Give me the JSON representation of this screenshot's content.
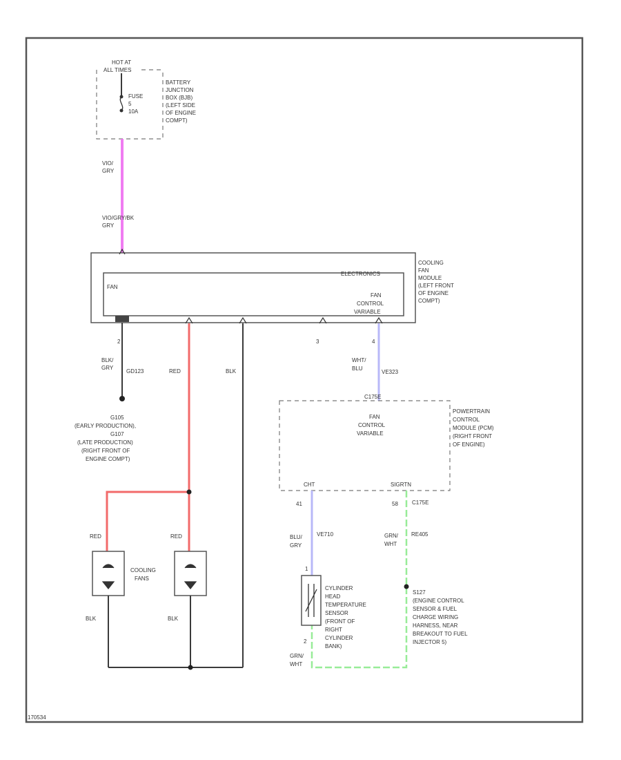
{
  "colors": {
    "wire_violet_gray": "#f07cf2",
    "wire_red": "#f26a6a",
    "wire_white_blue": "#b8b8f8",
    "wire_gray_white": "#98ec98",
    "wire_black": "#3a3a3a"
  },
  "battery_junction": {
    "hot_at": [
      "HOT AT",
      "ALL TIMES"
    ],
    "fuse": [
      "FUSE",
      "5",
      "10A"
    ],
    "label": [
      "BATTERY",
      "JUNCTION",
      "BOX (BJB)",
      "(LEFT SIDE",
      "OF ENGINE",
      "COMPT)"
    ]
  },
  "wires": {
    "upper_color": [
      "VIO/",
      "GRY"
    ],
    "lower_color": [
      "VIO/GRY/BK",
      "GRY"
    ],
    "pin2_color": [
      "BLK/",
      "GRY"
    ],
    "pin2_circuit": "GD123",
    "red": "RED",
    "blk": "BLK",
    "pin4_color": [
      "WHT/",
      "BLU"
    ],
    "pin4_circuit": "VE323",
    "pcm41_color": [
      "BLU/",
      "GRY"
    ],
    "pcm41_circuit": "VE710",
    "pcm58_color": [
      "GRN/",
      "WHT"
    ],
    "pcm58_circuit": "RE405",
    "sensor2_color": [
      "GRN/",
      "WHT"
    ]
  },
  "cooling_fan_module": {
    "inner": "FAN",
    "electronics": "ELECTRONICS",
    "fan_control": [
      "FAN",
      "CONTROL",
      "VARIABLE"
    ],
    "label": [
      "COOLING",
      "FAN",
      "MODULE",
      "(LEFT FRONT",
      "OF ENGINE",
      "COMPT)"
    ],
    "pins": [
      "2",
      "3",
      "4"
    ]
  },
  "ground": {
    "label": [
      "G105",
      "(EARLY PRODUCTION),",
      "G107",
      "(LATE PRODUCTION)",
      "(RIGHT FRONT OF",
      "ENGINE COMPT)"
    ]
  },
  "pcm": {
    "top_connector": "C175E",
    "fan_control": [
      "FAN",
      "CONTROL",
      "VARIABLE"
    ],
    "label": [
      "POWERTRAIN",
      "CONTROL",
      "MODULE (PCM)",
      "(RIGHT FRONT",
      "OF ENGINE)"
    ],
    "pin41": "41",
    "pin58": "58",
    "cht": "CHT",
    "rtn": "SIGRTN",
    "connector_right": "C175E"
  },
  "fans": {
    "wire_left": "RED",
    "wire_right": "RED",
    "ground_left": "BLK",
    "ground_right": "BLK",
    "label": [
      "COOLING",
      "FANS"
    ]
  },
  "cht_sensor": {
    "label": [
      "CYLINDER",
      "HEAD",
      "TEMPERATURE",
      "SENSOR",
      "(FRONT OF",
      "RIGHT",
      "CYLINDER",
      "BANK)"
    ],
    "pin1": "1",
    "pin2": "2"
  },
  "splice": {
    "label": [
      "S127",
      "(ENGINE CONTROL",
      "SENSOR & FUEL",
      "CHARGE WIRING",
      "HARNESS, NEAR",
      "BREAKOUT TO FUEL",
      "INJECTOR 5)"
    ]
  },
  "footer": "170534"
}
